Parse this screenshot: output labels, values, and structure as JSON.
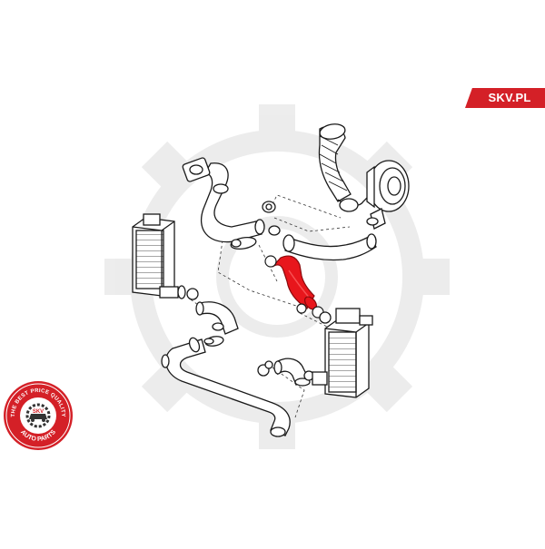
{
  "brand": {
    "site_label": "SKV.PL",
    "accent_color": "#d42027"
  },
  "badge": {
    "ring_text_top": "THE BEST PRICE QUALITY",
    "ring_text_bottom": "AUTO PARTS",
    "center_text": "SKV",
    "icon": "gear-car-icon",
    "color": "#d42027"
  },
  "diagram": {
    "highlighted_part": "intercooler-hose",
    "highlight_color": "#e8161c",
    "line_color": "#1a1a1a",
    "watermark": "gear-watermark-icon",
    "parts": [
      "upper-left-hose-flange",
      "upper-left-hose",
      "air-intake-pipe",
      "turbocharger",
      "turbo-outlet-hose",
      "left-intercooler",
      "left-intercooler-hose",
      "lower-pipe",
      "right-intercooler",
      "elbow-connector",
      "hose-clamps"
    ]
  }
}
